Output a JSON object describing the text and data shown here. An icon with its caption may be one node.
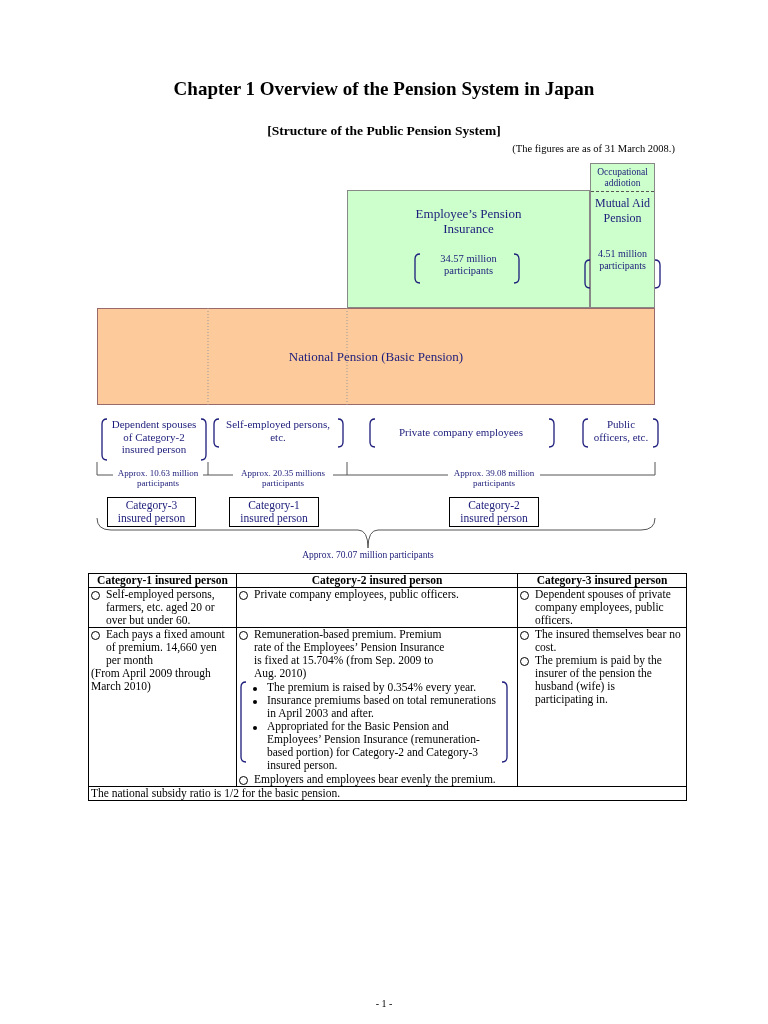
{
  "diagram": {
    "title": "Chapter 1 Overview of the Pension System in Japan",
    "nodes": [
      {
        "text": [
          "Employee’s Pension Insurance",
          "34.57 million participants"
        ]
      },
      {
        "text": [
          "Occupational addiotion",
          "Mutual Aid Pension",
          "4.51 million participants"
        ]
      },
      {
        "text": [
          "National Pension (Basic Pension)"
        ]
      },
      {
        "text": [
          "Category-3 insured person"
        ]
      },
      {
        "text": [
          "Category-1 insured person"
        ]
      },
      {
        "text": [
          "Category-2 insured person"
        ]
      }
    ],
    "edges": [],
    "labels": [
      "[Structure of the Public Pension System]",
      "(The figures are as of 31 March 2008.)",
      "Dependent spouses of Category-2 insured person",
      "Self-employed persons, etc.",
      "Private company employees",
      "Public officers, etc.",
      "Approx. 10.63 million participants",
      "Approx. 20.35 millions participants",
      "Approx. 39.08 million participants",
      "Approx. 70.07 million participants",
      "Category-1 insured person",
      "Category-2 insured person",
      "Category-3 insured person",
      "Self-employed persons, farmers, etc. aged 20 or over but under 60.",
      "Private company employees, public officers.",
      "Dependent spouses of private company employees, public officers.",
      "Each pays a fixed amount of premium. 14,660 yen per month",
      "(From April 2009 through March 2010)",
      "Remuneration-based premium. Premium rate of the Employees’ Pension Insurance is fixed at 15.704% (from Sep. 2009 to Aug. 2010)",
      "The premium is raised by 0.354% every year.",
      "Insurance premiums based on total remunerations in April 2003 and after.",
      "Appropriated for the Basic Pension and Employees’ Pension Insurance (remuneration-based portion) for Category-2 and Category-3 insured person.",
      "Employers and employees bear evenly the premium.",
      "The insured themselves bear no cost.",
      "The premium is paid by the insurer of the pension the husband (wife) is participating in.",
      "The national subsidy ratio is 1/2 for the basic pension.",
      "- 1 -"
    ]
  }
}
